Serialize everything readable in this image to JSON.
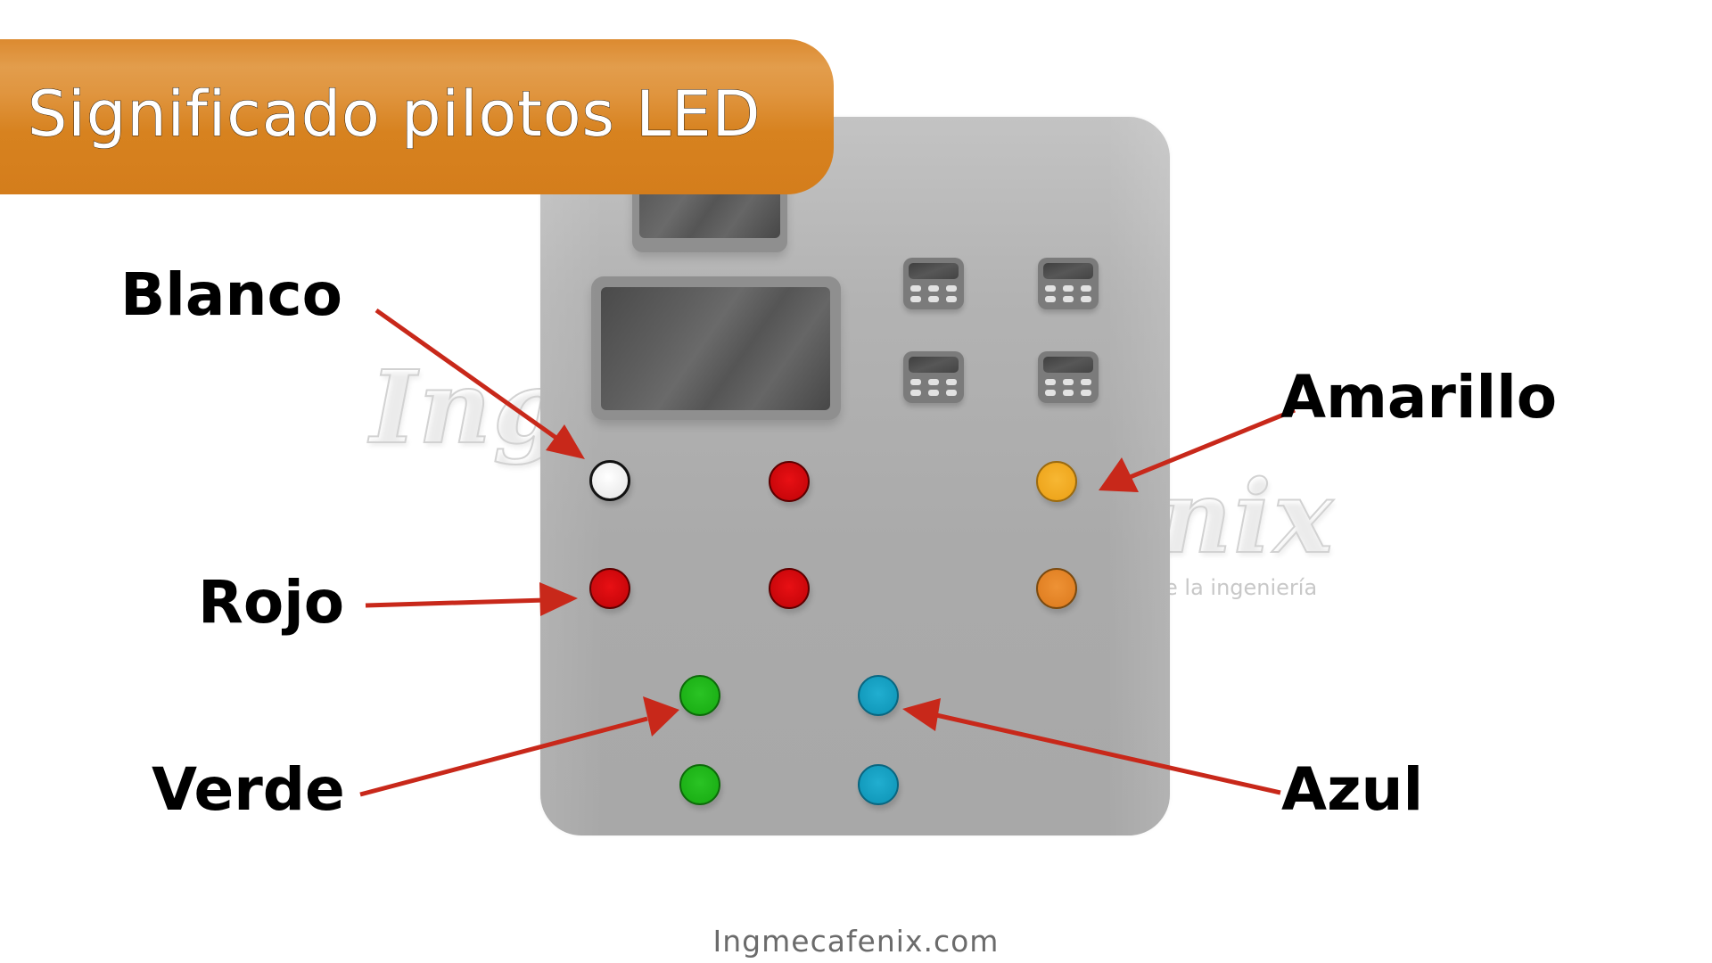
{
  "title": "Significado pilotos LED",
  "watermark": {
    "brand_left": "Ing",
    "brand_right": "nix",
    "tagline_fragment": "e la ingeniería"
  },
  "labels": {
    "blanco": "Blanco",
    "rojo": "Rojo",
    "verde": "Verde",
    "amarillo": "Amarillo",
    "azul": "Azul"
  },
  "panel": {
    "leds": [
      {
        "row": 1,
        "col": 1,
        "color": "white",
        "hex": "#f2f2f2"
      },
      {
        "row": 1,
        "col": 2,
        "color": "red",
        "hex": "#d90a0e"
      },
      {
        "row": 1,
        "col": 3,
        "color": "yellow",
        "hex": "#f2ad28"
      },
      {
        "row": 2,
        "col": 1,
        "color": "red",
        "hex": "#d90a0e"
      },
      {
        "row": 2,
        "col": 2,
        "color": "red",
        "hex": "#d90a0e"
      },
      {
        "row": 2,
        "col": 3,
        "color": "orange",
        "hex": "#e8892c"
      },
      {
        "row": 3,
        "col": 1,
        "color": "green",
        "hex": "#22ba1c"
      },
      {
        "row": 3,
        "col": 2,
        "color": "blue",
        "hex": "#19a4c6"
      },
      {
        "row": 4,
        "col": 1,
        "color": "green",
        "hex": "#22ba1c"
      },
      {
        "row": 4,
        "col": 2,
        "color": "blue",
        "hex": "#19a4c6"
      }
    ],
    "screens": [
      "small-display",
      "large-display"
    ],
    "modules": 4
  },
  "colors": {
    "title_bg": "#d8831f",
    "arrow": "#c8281a",
    "panel": "#b0b0b0",
    "footer_text": "#6b6b6b"
  },
  "footer": "Ingmecafenix.com"
}
